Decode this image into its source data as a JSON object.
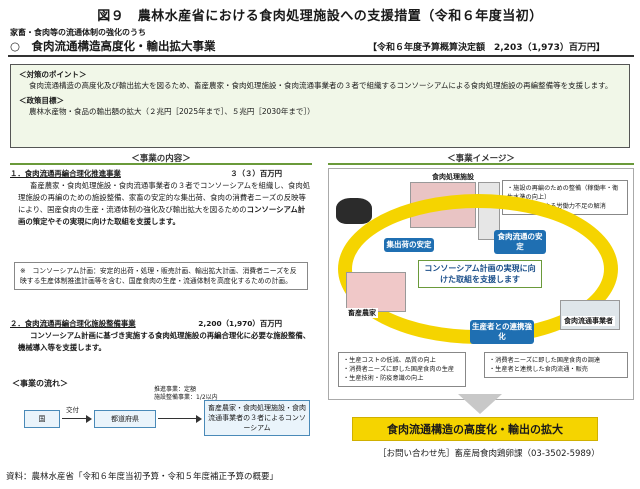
{
  "title": "図９　農林水産省における食肉処理施設への支援措置（令和６年度当初）",
  "subtitle": "家畜・食肉等の流通体制の強化のうち",
  "main_title": "○　食肉流通構造高度化・輸出拡大事業",
  "budget": "【令和６年度予算概算決定額　2,203（1,973）百万円】",
  "points": {
    "h1": "＜対策のポイント＞",
    "p1": "食肉流通構造の高度化及び輸出拡大を図るため、畜産農家・食肉処理施設・食肉流通事業者の３者で組織するコンソーシアムによる食肉処理施設の再編整備等を支援します。",
    "h2": "＜政策目標＞",
    "p2": "農林水産物・食品の輸出額の拡大（２兆円［2025年まで］、５兆円［2030年まで］）"
  },
  "sec_left": "＜事業の内容＞",
  "sec_right": "＜事業イメージ＞",
  "item1": {
    "title": "１．食肉流通再編合理化推進事業",
    "amount": "３（３）百万円",
    "body1": "畜産農家・食肉処理施設・食肉流通事業者の３者でコンソーシアムを組織し、食肉処理施設の再編のための施設整備、家畜の安定的な集出荷、食肉の消費者ニーズの反映等により、国産食肉の生産・流通体制の強化及び輸出拡大を図るための",
    "body2": "コンソーシアム計画の策定やその実現に向けた取組を支援します。"
  },
  "note": "※　コンソーシアム計画：安定的出荷・処理・販売計画、輸出拡大計画、消費者ニーズを反映する生産体制推進計画等を含む、国産食肉の生産・流通体制を高度化するための計画。",
  "item2": {
    "title": "２．食肉流通再編合理化施設整備事業",
    "amount": "2,200（1,970）百万円",
    "body": "コンソーシアム計画に基づき実施する食肉処理施設の再編合理化に必要な施設整備、機械導入等を支援します。"
  },
  "flow": {
    "h": "＜事業の流れ＞",
    "b1": "国",
    "a1": "交付",
    "b2": "都道府県",
    "r1": "推進事業：定額",
    "r2": "施設整備事業：1/2以内",
    "b3": "畜産農家・食肉処理施設・食肉流通事業者の３者によるコンソーシアム"
  },
  "image": {
    "facility": "食肉処理施設",
    "facility_bullets": [
      "・施設の再編のための整備（稼働率・衛生水準の向上）",
      "・自動化等による労働力不足の解消"
    ],
    "farmer": "畜産農家",
    "distributor": "食肉流通事業者",
    "ring1": "集出荷の安定",
    "ring2": "食肉流通の安定",
    "ring3": "生産者との連携強化",
    "center": "コンソーシアム計画の実現に向けた取組を支援します",
    "farmer_bullets": [
      "・生産コストの低減、品質の向上",
      "・消費者ニーズに即した国産食肉の生産",
      "・生産技術・防疫意識の向上"
    ],
    "dist_bullets": [
      "・消費者ニーズに即した国産食肉の調達",
      "・生産者と連携した食肉流通・販売"
    ]
  },
  "result": "食肉流通構造の高度化・輸出の拡大",
  "contact": "［お問い合わせ先］畜産局食肉鶏卵課（03-3502-5989）",
  "source": "資料：農林水産省「令和６年度当初予算・令和５年度補正予算の概要」",
  "colors": {
    "accent_green": "#6a9a3a",
    "ring_yellow": "#f5d400",
    "text_blue": "#1b4f8a"
  }
}
